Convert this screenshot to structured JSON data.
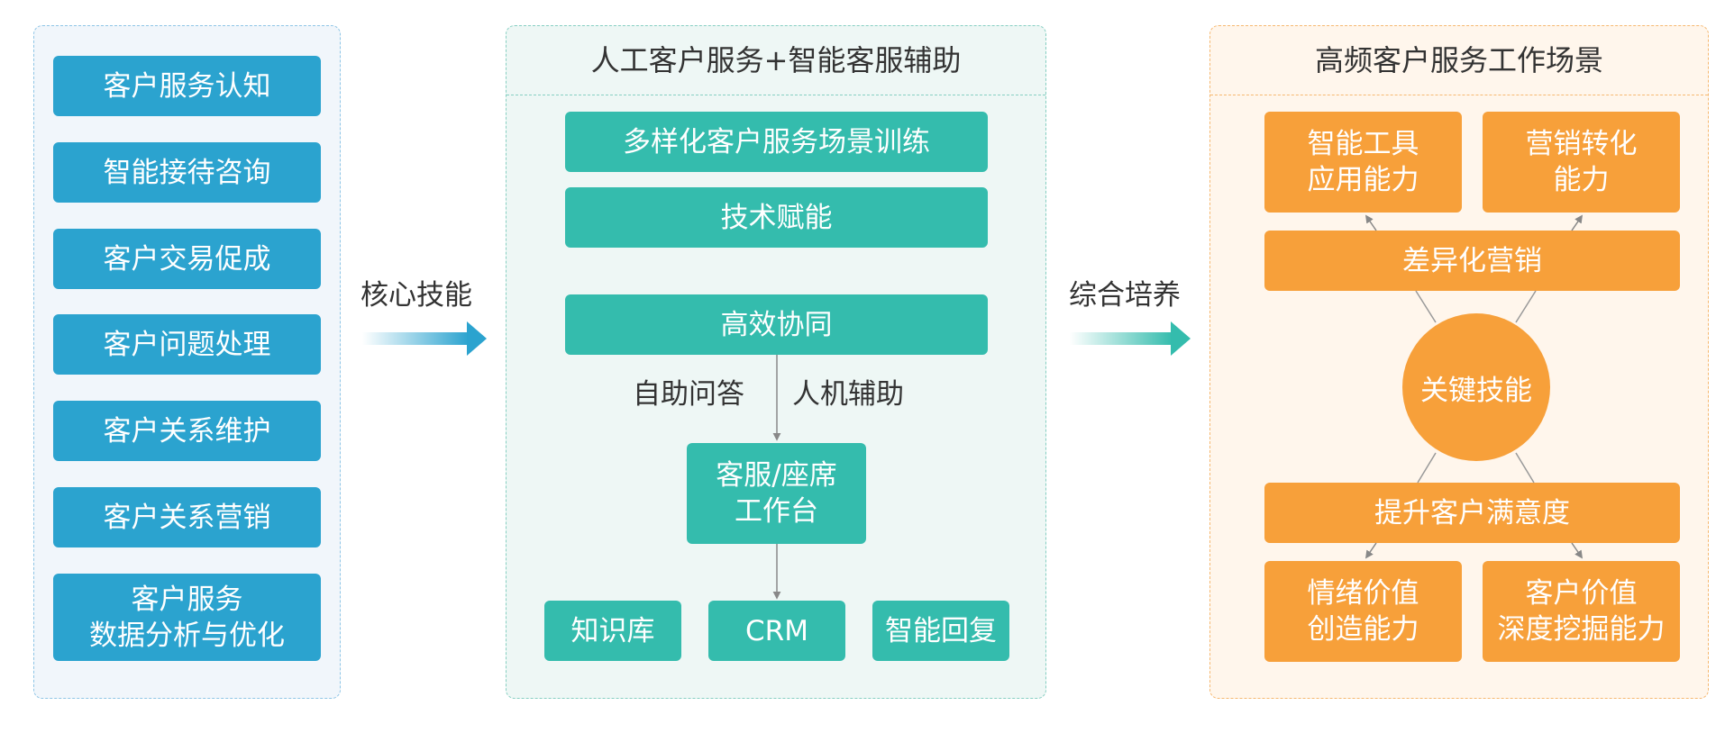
{
  "left": {
    "items": [
      "客户服务认知",
      "智能接待咨询",
      "客户交易促成",
      "客户问题处理",
      "客户关系维护",
      "客户关系营销",
      "客户服务\n数据分析与优化"
    ]
  },
  "arrow_left_label": "核心技能",
  "arrow_right_label": "综合培养",
  "middle": {
    "title": "人工客户服务+智能客服辅助",
    "box1": "多样化客户服务场景训练",
    "box2": "技术赋能",
    "box3": "高效协同",
    "label_left": "自助问答",
    "label_right": "人机辅助",
    "workstation": "客服/座席\n工作台",
    "bottom": [
      "知识库",
      "CRM",
      "智能回复"
    ]
  },
  "right": {
    "title": "高频客户服务工作场景",
    "top_left": "智能工具\n应用能力",
    "top_right": "营销转化\n能力",
    "bar_top": "差异化营销",
    "center": "关键技能",
    "bar_bottom": "提升客户满意度",
    "bottom_left": "情绪价值\n创造能力",
    "bottom_right": "客户价值\n深度挖掘能力"
  },
  "colors": {
    "blue": "#2ba3cf",
    "teal": "#34bcad",
    "orange": "#f7a03a"
  }
}
